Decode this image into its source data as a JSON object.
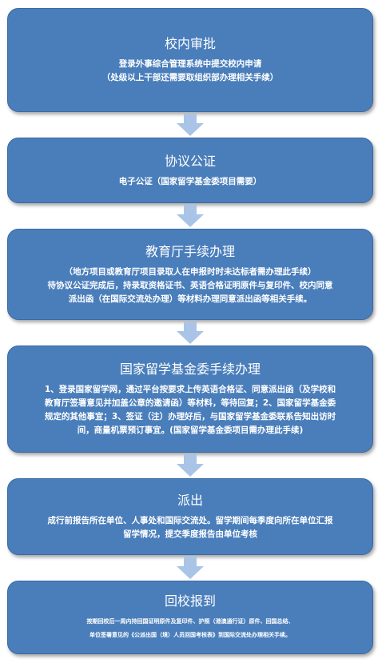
{
  "steps": [
    {
      "title": "校内审批",
      "lines": [
        "登录外事综合管理系统中提交校内申请",
        "（处级以上干部还需要取组织部办理相关手续）"
      ]
    },
    {
      "title": "协议公证",
      "lines": [
        "电子公证（国家留学基金委项目需要）"
      ]
    },
    {
      "title": "教育厅手续办理",
      "lines": [
        "（地方项目或教育厅项目录取人在申报时时未达标者需办理此手续）",
        "待协议公证完成后，持录取资格证书、英语合格证明原件与复印件、校内同意",
        "派出函（在国际交流处办理）等材料办理同意派出函等相关手续。"
      ]
    },
    {
      "title": "国家留学基金委手续办理",
      "lines": [
        "1、登录国家留学网，通过平台按要求上传英语合格证、同意派出函（及学校和",
        "教育厅签署意见并加盖公章的邀请函）等材料，等待回复；2、国家留学基金委",
        "规定的其他事宜；3、签证（注）办理好后，与国家留学基金委联系告知出访时",
        "间，商量机票预订事宜。(国家留学基金委项目需办理此手续)"
      ]
    },
    {
      "title": "派出",
      "lines": [
        "成行前报告所在单位、人事处和国际交流处。留学期间每季度向所在单位汇报",
        "留学情况，提交季度报告由单位考核"
      ]
    },
    {
      "title": "回校报到",
      "lines": [
        "按期回校后一周内持回国证明原件及复印件、护照（港澳通行证）原件、回国总结、",
        "单位签署意见的《公派出国（境）人员回国考核表》到国际交流处办理相关手续。"
      ]
    }
  ],
  "colors": {
    "box_fill": "#4a7ebb",
    "arrow_fill": "#a9c4e6",
    "text": "#ffffff"
  }
}
